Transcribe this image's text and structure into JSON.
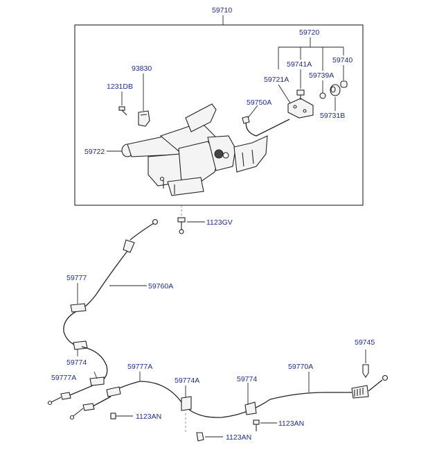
{
  "labels": {
    "l59710": "59710",
    "l59720": "59720",
    "l93830": "93830",
    "l59741A": "59741A",
    "l59740": "59740",
    "l59739A": "59739A",
    "l1231DB": "1231DB",
    "l59721A": "59721A",
    "l59750A": "59750A",
    "l59731B": "59731B",
    "l59722": "59722",
    "l1123GV": "1123GV",
    "l59777": "59777",
    "l59760A": "59760A",
    "l59745": "59745",
    "l59774a": "59774",
    "l59777A_left": "59777A",
    "l59777A_mid": "59777A",
    "l59774A": "59774A",
    "l59774b": "59774",
    "l59770A": "59770A",
    "l1123AN_a": "1123AN",
    "l1123AN_b": "1123AN",
    "l1123AN_c": "1123AN"
  },
  "colors": {
    "label": "#1a2a9a",
    "line": "#222222",
    "background": "#ffffff"
  }
}
